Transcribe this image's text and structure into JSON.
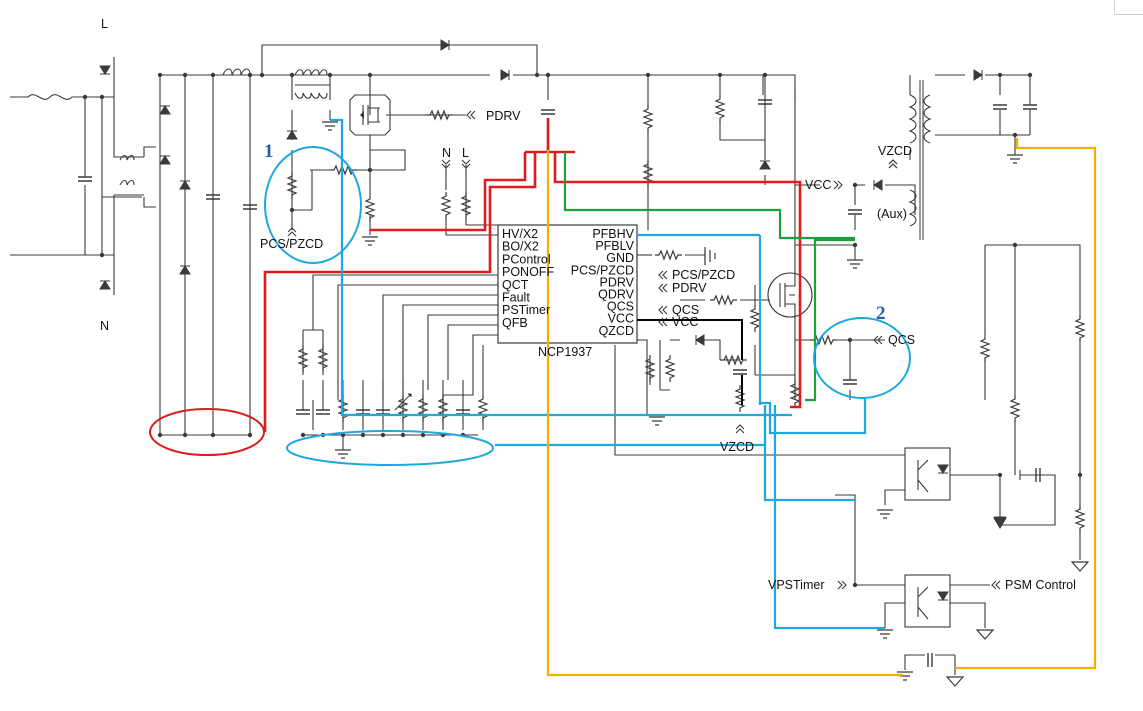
{
  "colors": {
    "wire": "#3a3a3a",
    "red_trace": "#e01b1b",
    "blue_trace": "#1fa8e0",
    "green_trace": "#1e9e3c",
    "orange_trace": "#f2b000",
    "black_trace": "#000000",
    "annotation_number": "#1f5fa8"
  },
  "ic": {
    "name": "NCP1937",
    "left_pins": [
      "HV/X2",
      "BO/X2",
      "PControl",
      "PONOFF",
      "QCT",
      "Fault",
      "PSTimer",
      "QFB"
    ],
    "right_pins": [
      "PFBHV",
      "PFBLV",
      "GND",
      "PCS/PZCD",
      "PDRV",
      "QDRV",
      "QCS",
      "VCC",
      "QZCD"
    ]
  },
  "net_labels": {
    "line": "L",
    "neutral": "N",
    "pdrv_gate": "PDRV",
    "pcs_pzcd_sense": "PCS/PZCD",
    "ic_n": "N",
    "ic_l": "L",
    "pcs_pzcd_out": "PCS/PZCD",
    "pdrv_out": "PDRV",
    "qcs_out": "QCS",
    "vcc_out": "VCC",
    "vcc_in": "VCC",
    "vzcd_top": "VZCD",
    "aux": "(Aux)",
    "qcs_sense": "QCS",
    "vzcd_bottom": "VZCD",
    "vpstimer": "VPSTimer",
    "psm_control": "PSM Control"
  },
  "annotations": [
    "1",
    "2"
  ]
}
